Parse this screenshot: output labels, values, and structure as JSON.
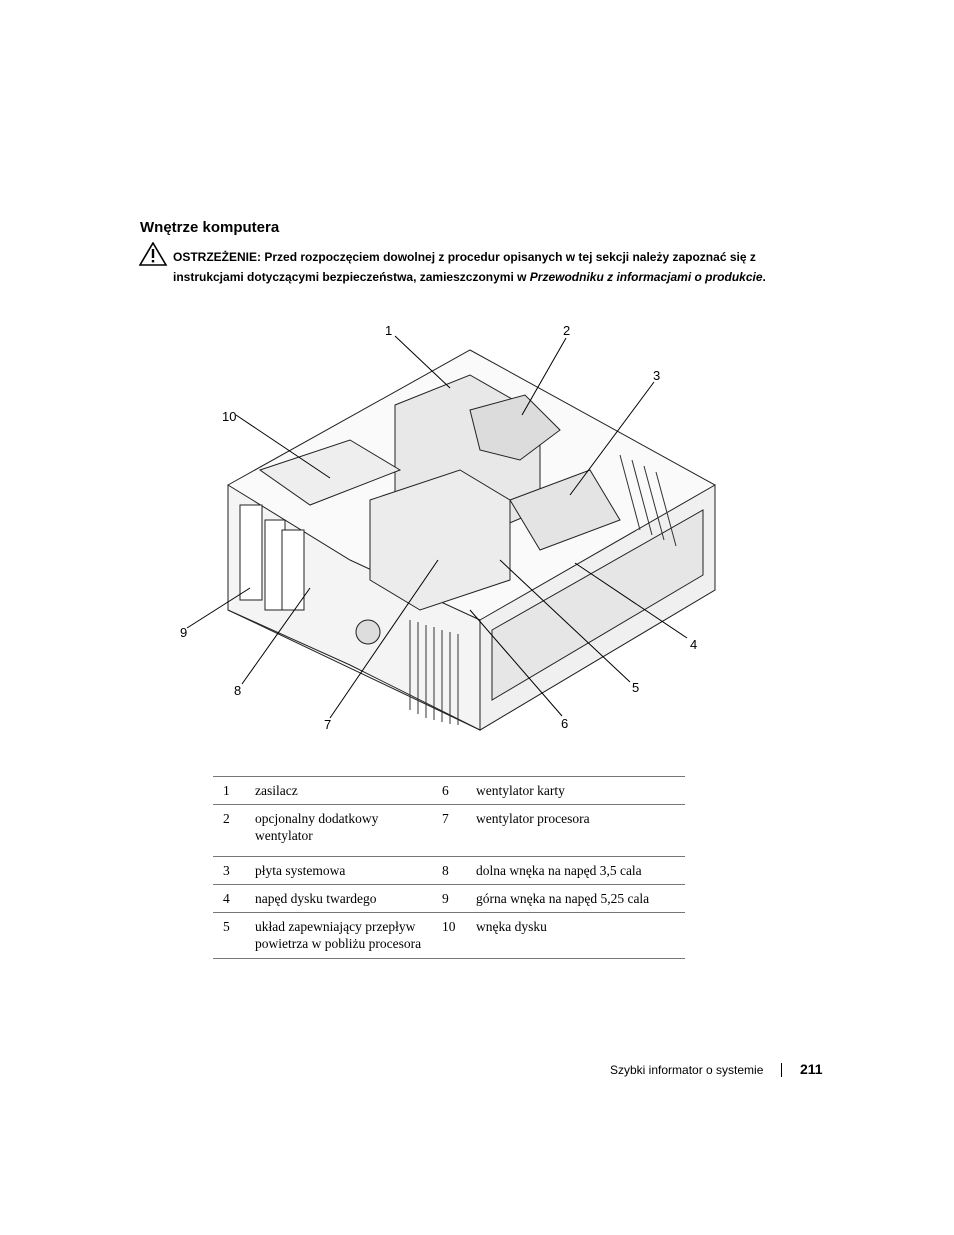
{
  "section_title": "Wnętrze komputera",
  "warning": {
    "label": "OSTRZEŻENIE:",
    "text_a": "Przed rozpoczęciem dowolnej z procedur opisanych w tej sekcji należy zapoznać się z instrukcjami dotyczącymi bezpieczeństwa, zamieszczonymi w ",
    "text_em": "Przewodniku z informacjami o produkcie",
    "text_b": "."
  },
  "callouts": [
    "1",
    "2",
    "3",
    "4",
    "5",
    "6",
    "7",
    "8",
    "9",
    "10"
  ],
  "legend": [
    {
      "n1": "1",
      "t1": "zasilacz",
      "n2": "6",
      "t2": "wentylator karty"
    },
    {
      "n1": "2",
      "t1": "opcjonalny dodatkowy wentylator",
      "n2": "7",
      "t2": "wentylator procesora"
    },
    {
      "n1": "3",
      "t1": "płyta systemowa",
      "n2": "8",
      "t2": "dolna wnęka na napęd 3,5 cala"
    },
    {
      "n1": "4",
      "t1": "napęd dysku twardego",
      "n2": "9",
      "t2": "górna wnęka na napęd 5,25 cala"
    },
    {
      "n1": "5",
      "t1": "układ zapewniający przepływ powietrza w pobliżu procesora",
      "n2": "10",
      "t2": "wnęka dysku"
    }
  ],
  "footer": {
    "text": "Szybki informator o systemie",
    "page": "211"
  }
}
